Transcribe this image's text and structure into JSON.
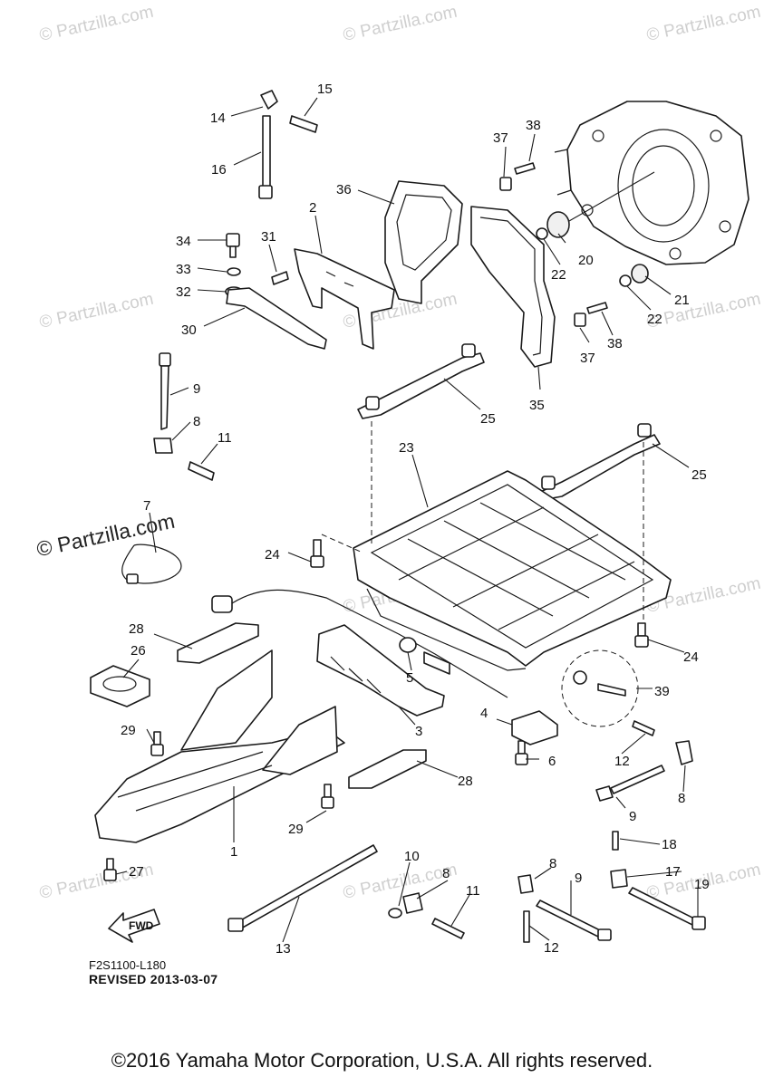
{
  "watermark": {
    "small": "© Partzilla.com",
    "large": "© Partzilla.com"
  },
  "callouts": [
    "15",
    "14",
    "16",
    "38",
    "37",
    "36",
    "2",
    "34",
    "31",
    "33",
    "32",
    "20",
    "22",
    "21",
    "22",
    "30",
    "38",
    "37",
    "35",
    "9",
    "8",
    "25",
    "11",
    "23",
    "25",
    "7",
    "24",
    "28",
    "26",
    "5",
    "24",
    "29",
    "3",
    "39",
    "4",
    "6",
    "12",
    "28",
    "8",
    "1",
    "29",
    "9",
    "27",
    "10",
    "18",
    "8",
    "9",
    "8",
    "17",
    "19",
    "11",
    "12",
    "13"
  ],
  "fwd_label": "FWD",
  "doc_code": "F2S1100-L180",
  "revised": "REVISED 2013-03-07",
  "copyright": "©2016 Yamaha Motor Corporation, U.S.A. All rights reserved."
}
